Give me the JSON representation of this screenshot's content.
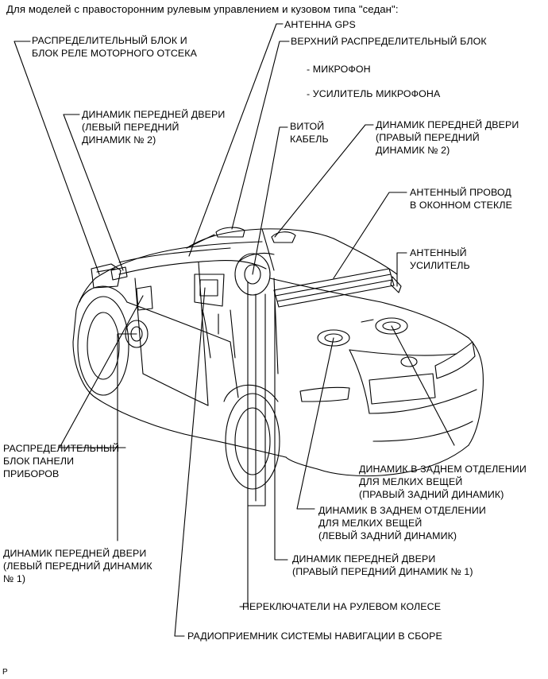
{
  "title": "Для моделей с правосторонним рулевым управлением и кузовом типа \"седан\":",
  "labels": {
    "engine_room_jb": [
      "РАСПРЕДЕЛИТЕЛЬНЫЙ БЛОК И",
      "БЛОК РЕЛЕ МОТОРНОГО ОТСЕКА"
    ],
    "gps_antenna": [
      "АНТЕННА GPS"
    ],
    "roof_console": [
      "ВЕРХНИЙ РАСПРЕДЕЛИТЕЛЬНЫЙ БЛОК"
    ],
    "microphone": [
      "- МИКРОФОН"
    ],
    "mic_amp": [
      "- УСИЛИТЕЛЬ МИКРОФОНА"
    ],
    "front_door_left_2": [
      "ДИНАМИК ПЕРЕДНЕЙ ДВЕРИ",
      "(ЛЕВЫЙ ПЕРЕДНИЙ",
      "ДИНАМИК № 2)"
    ],
    "spiral_cable": [
      "ВИТОЙ",
      "КАБЕЛЬ"
    ],
    "front_door_right_2": [
      "ДИНАМИК ПЕРЕДНЕЙ ДВЕРИ",
      "(ПРАВЫЙ ПЕРЕДНИЙ",
      "ДИНАМИК № 2)"
    ],
    "window_antenna": [
      "АНТЕННЫЙ ПРОВОД",
      "В ОКОННОМ СТЕКЛЕ"
    ],
    "antenna_amp": [
      "АНТЕННЫЙ",
      "УСИЛИТЕЛЬ"
    ],
    "instrument_panel_jb": [
      "РАСПРЕДЕЛИТЕЛЬНЫЙ",
      "БЛОК ПАНЕЛИ",
      "ПРИБОРОВ"
    ],
    "rear_right_speaker": [
      "ДИНАМИК В ЗАДНЕМ ОТДЕЛЕНИИ",
      "ДЛЯ МЕЛКИХ ВЕЩЕЙ",
      "(ПРАВЫЙ ЗАДНИЙ ДИНАМИК)"
    ],
    "rear_left_speaker": [
      "ДИНАМИК В ЗАДНЕМ ОТДЕЛЕНИИ",
      "ДЛЯ МЕЛКИХ ВЕЩЕЙ",
      "(ЛЕВЫЙ ЗАДНИЙ ДИНАМИК)"
    ],
    "front_door_left_1": [
      "ДИНАМИК ПЕРЕДНЕЙ ДВЕРИ",
      "(ЛЕВЫЙ ПЕРЕДНИЙ ДИНАМИК",
      "№ 1)"
    ],
    "front_door_right_1": [
      "ДИНАМИК ПЕРЕДНЕЙ ДВЕРИ",
      "(ПРАВЫЙ ПЕРЕДНИЙ ДИНАМИК № 1)"
    ],
    "steering_switches": [
      "ПЕРЕКЛЮЧАТЕЛИ НА РУЛЕВОМ КОЛЕСЕ"
    ],
    "nav_receiver": [
      "РАДИОПРИЕМНИК СИСТЕМЫ НАВИГАЦИИ В СБОРЕ"
    ]
  },
  "figure_code": "P",
  "colors": {
    "line": "#000000",
    "background": "#ffffff"
  }
}
